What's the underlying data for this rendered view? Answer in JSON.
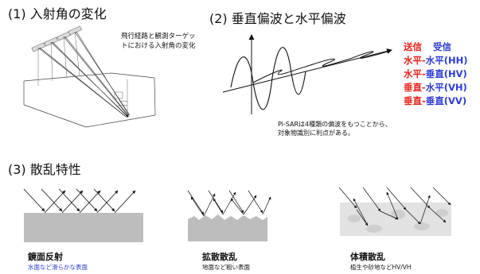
{
  "section1": {
    "title": "(1) 入射角の変化",
    "note_lines": [
      "飛行経路と観測ターゲッ",
      "トにおける入射角の変化"
    ],
    "tiny_labels": [
      "",
      "",
      "",
      "",
      "",
      "",
      ""
    ]
  },
  "section2": {
    "title": "(2) 垂直偏波と水平偏波",
    "header": {
      "tx": "送信",
      "rx": "受信"
    },
    "rows": [
      {
        "tx": "水平-",
        "rx": "水平(HH)"
      },
      {
        "tx": "水平-",
        "rx": "垂直(HV)"
      },
      {
        "tx": "垂直-",
        "rx": "水平(VH)"
      },
      {
        "tx": "垂直-",
        "rx": "垂直(VV)"
      }
    ],
    "note_lines": [
      "Pi-SARは4種類の偏波をもつことから、",
      "対象物識別に利点がある。"
    ]
  },
  "section3": {
    "title": "(3) 散乱特性",
    "items": [
      {
        "name": "鏡面反射",
        "desc": "水面など滑らかな表面",
        "desc_color": "#2c3bd6"
      },
      {
        "name": "拡散散乱",
        "desc": "地面など粗い表面",
        "desc_color": "#111111"
      },
      {
        "name": "体積散乱",
        "desc": "植生や砂地などHV/VH",
        "desc_color": "#111111"
      }
    ]
  }
}
